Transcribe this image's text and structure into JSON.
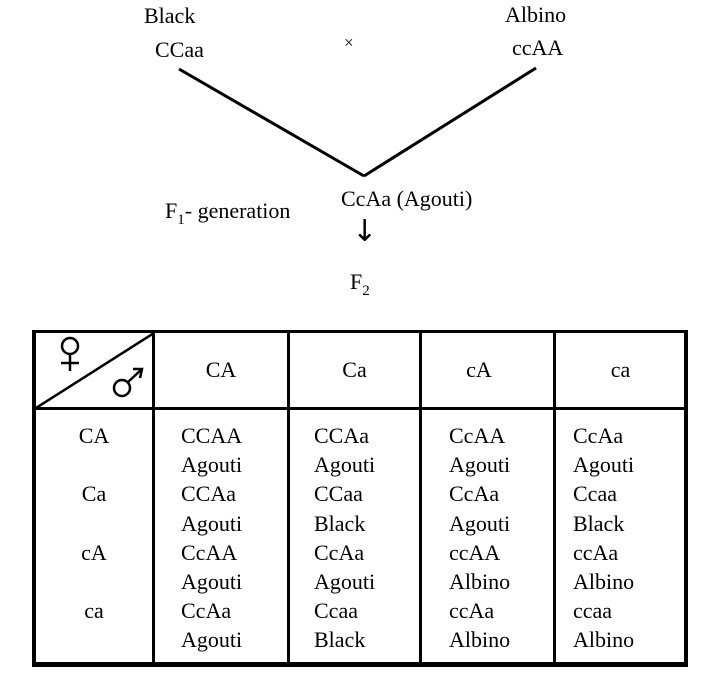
{
  "cross": {
    "parent1": {
      "phenotype": "Black",
      "genotype": "CCaa"
    },
    "parent2": {
      "phenotype": "Albino",
      "genotype": "ccAA"
    },
    "cross_symbol": "×",
    "f1_label": "F",
    "f1_sub": "1",
    "f1_suffix": "- generation",
    "f1_result": "CcAa (Agouti)",
    "arrow": "↓",
    "f2_label": "F",
    "f2_sub": "2"
  },
  "punnett": {
    "corner": {
      "top_icon": "female-symbol",
      "bottom_icon": "male-symbol",
      "female_glyph": "♀",
      "male_glyph": "♂"
    },
    "col_headers": [
      "CA",
      "Ca",
      "cA",
      "ca"
    ],
    "row_headers": [
      "CA",
      "Ca",
      "cA",
      "ca"
    ],
    "cells": [
      [
        {
          "genotype": "CCAA",
          "phenotype": "Agouti"
        },
        {
          "genotype": "CCAa",
          "phenotype": "Agouti"
        },
        {
          "genotype": "CcAA",
          "phenotype": "Agouti"
        },
        {
          "genotype": "CcAa",
          "phenotype": "Agouti"
        }
      ],
      [
        {
          "genotype": "CCAa",
          "phenotype": "Agouti"
        },
        {
          "genotype": "CCaa",
          "phenotype": "Black"
        },
        {
          "genotype": "CcAa",
          "phenotype": "Agouti"
        },
        {
          "genotype": "Ccaa",
          "phenotype": "Black"
        }
      ],
      [
        {
          "genotype": "CcAA",
          "phenotype": "Agouti"
        },
        {
          "genotype": "CcAa",
          "phenotype": "Agouti"
        },
        {
          "genotype": "ccAA",
          "phenotype": "Albino"
        },
        {
          "genotype": "ccAa",
          "phenotype": "Albino"
        }
      ],
      [
        {
          "genotype": "CcAa",
          "phenotype": "Agouti"
        },
        {
          "genotype": "Ccaa",
          "phenotype": "Black"
        },
        {
          "genotype": "ccAa",
          "phenotype": "Albino"
        },
        {
          "genotype": "ccaa",
          "phenotype": "Albino"
        }
      ]
    ]
  }
}
